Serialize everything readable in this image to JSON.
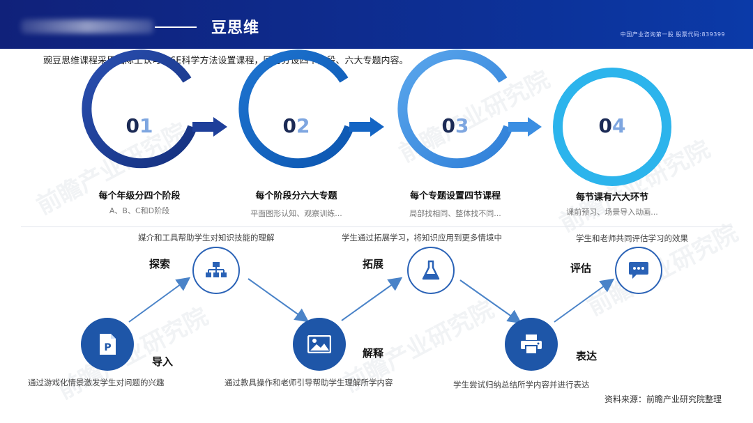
{
  "header": {
    "title": "豆思维",
    "right_text": "中国产业咨询第一股 股票代码:839399"
  },
  "subtitle": "豌豆思维课程采用国际上认可的6E科学方法设置课程，同时分设四个阶段、六大专题内容。",
  "stages": [
    {
      "num_a": "0",
      "num_b": "1",
      "title": "每个年级分四个阶段",
      "desc": "A、B、C和D阶段",
      "color": "#1b3f96"
    },
    {
      "num_a": "0",
      "num_b": "2",
      "title": "每个阶段分六大专题",
      "desc": "平面图形认知、观察训练...",
      "color": "#1565c0"
    },
    {
      "num_a": "0",
      "num_b": "3",
      "title": "每个专题设置四节课程",
      "desc": "局部找相同、整体找不同...",
      "color": "#3d8fe0"
    },
    {
      "num_a": "0",
      "num_b": "4",
      "title": "每节课有六大环节",
      "desc": "课前预习、场景导入动画...",
      "color": "#2fb6ec"
    }
  ],
  "steps": {
    "daoru": {
      "label": "导入",
      "desc": "通过游戏化情景激发学生对问题的兴趣",
      "icon": "document-p-icon"
    },
    "tansuo": {
      "label": "探索",
      "desc": "媒介和工具帮助学生对知识技能的理解",
      "icon": "hierarchy-icon"
    },
    "jieshi": {
      "label": "解释",
      "desc": "通过教具操作和老师引导帮助学生理解所学内容",
      "icon": "image-icon"
    },
    "tuozhan": {
      "label": "拓展",
      "desc": "学生通过拓展学习，将知识应用到更多情境中",
      "icon": "flask-icon"
    },
    "biaoda": {
      "label": "表达",
      "desc": "学生尝试归纳总结所学内容并进行表达",
      "icon": "printer-icon"
    },
    "pinggu": {
      "label": "评估",
      "desc": "学生和老师共同评估学习的效果",
      "icon": "chat-bubble-icon"
    }
  },
  "source": "资料来源：前瞻产业研究院整理",
  "watermark": "前瞻产业研究院"
}
